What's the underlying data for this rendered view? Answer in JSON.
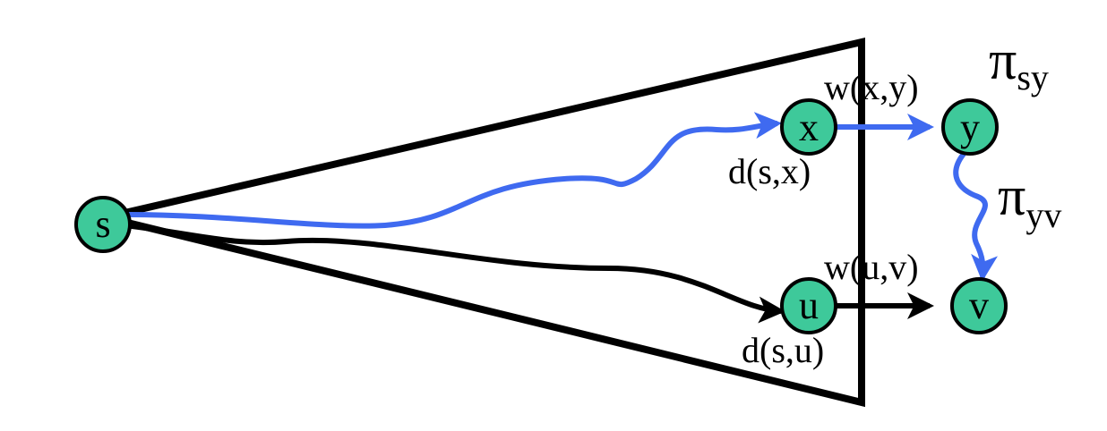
{
  "colors": {
    "node_fill": "#3ec99a",
    "outline": "#000000",
    "path_highlight": "#3f6af0"
  },
  "nodes": {
    "s": "s",
    "x": "x",
    "y": "y",
    "u": "u",
    "v": "v"
  },
  "edge_labels": {
    "w_xy": "w(x,y)",
    "w_uv": "w(u,v)",
    "d_sx": "d(s,x)",
    "d_su": "d(s,u)"
  },
  "path_labels": {
    "pi_sy": {
      "symbol": "π",
      "subscript": "sy"
    },
    "pi_yv": {
      "symbol": "π",
      "subscript": "yv"
    }
  }
}
